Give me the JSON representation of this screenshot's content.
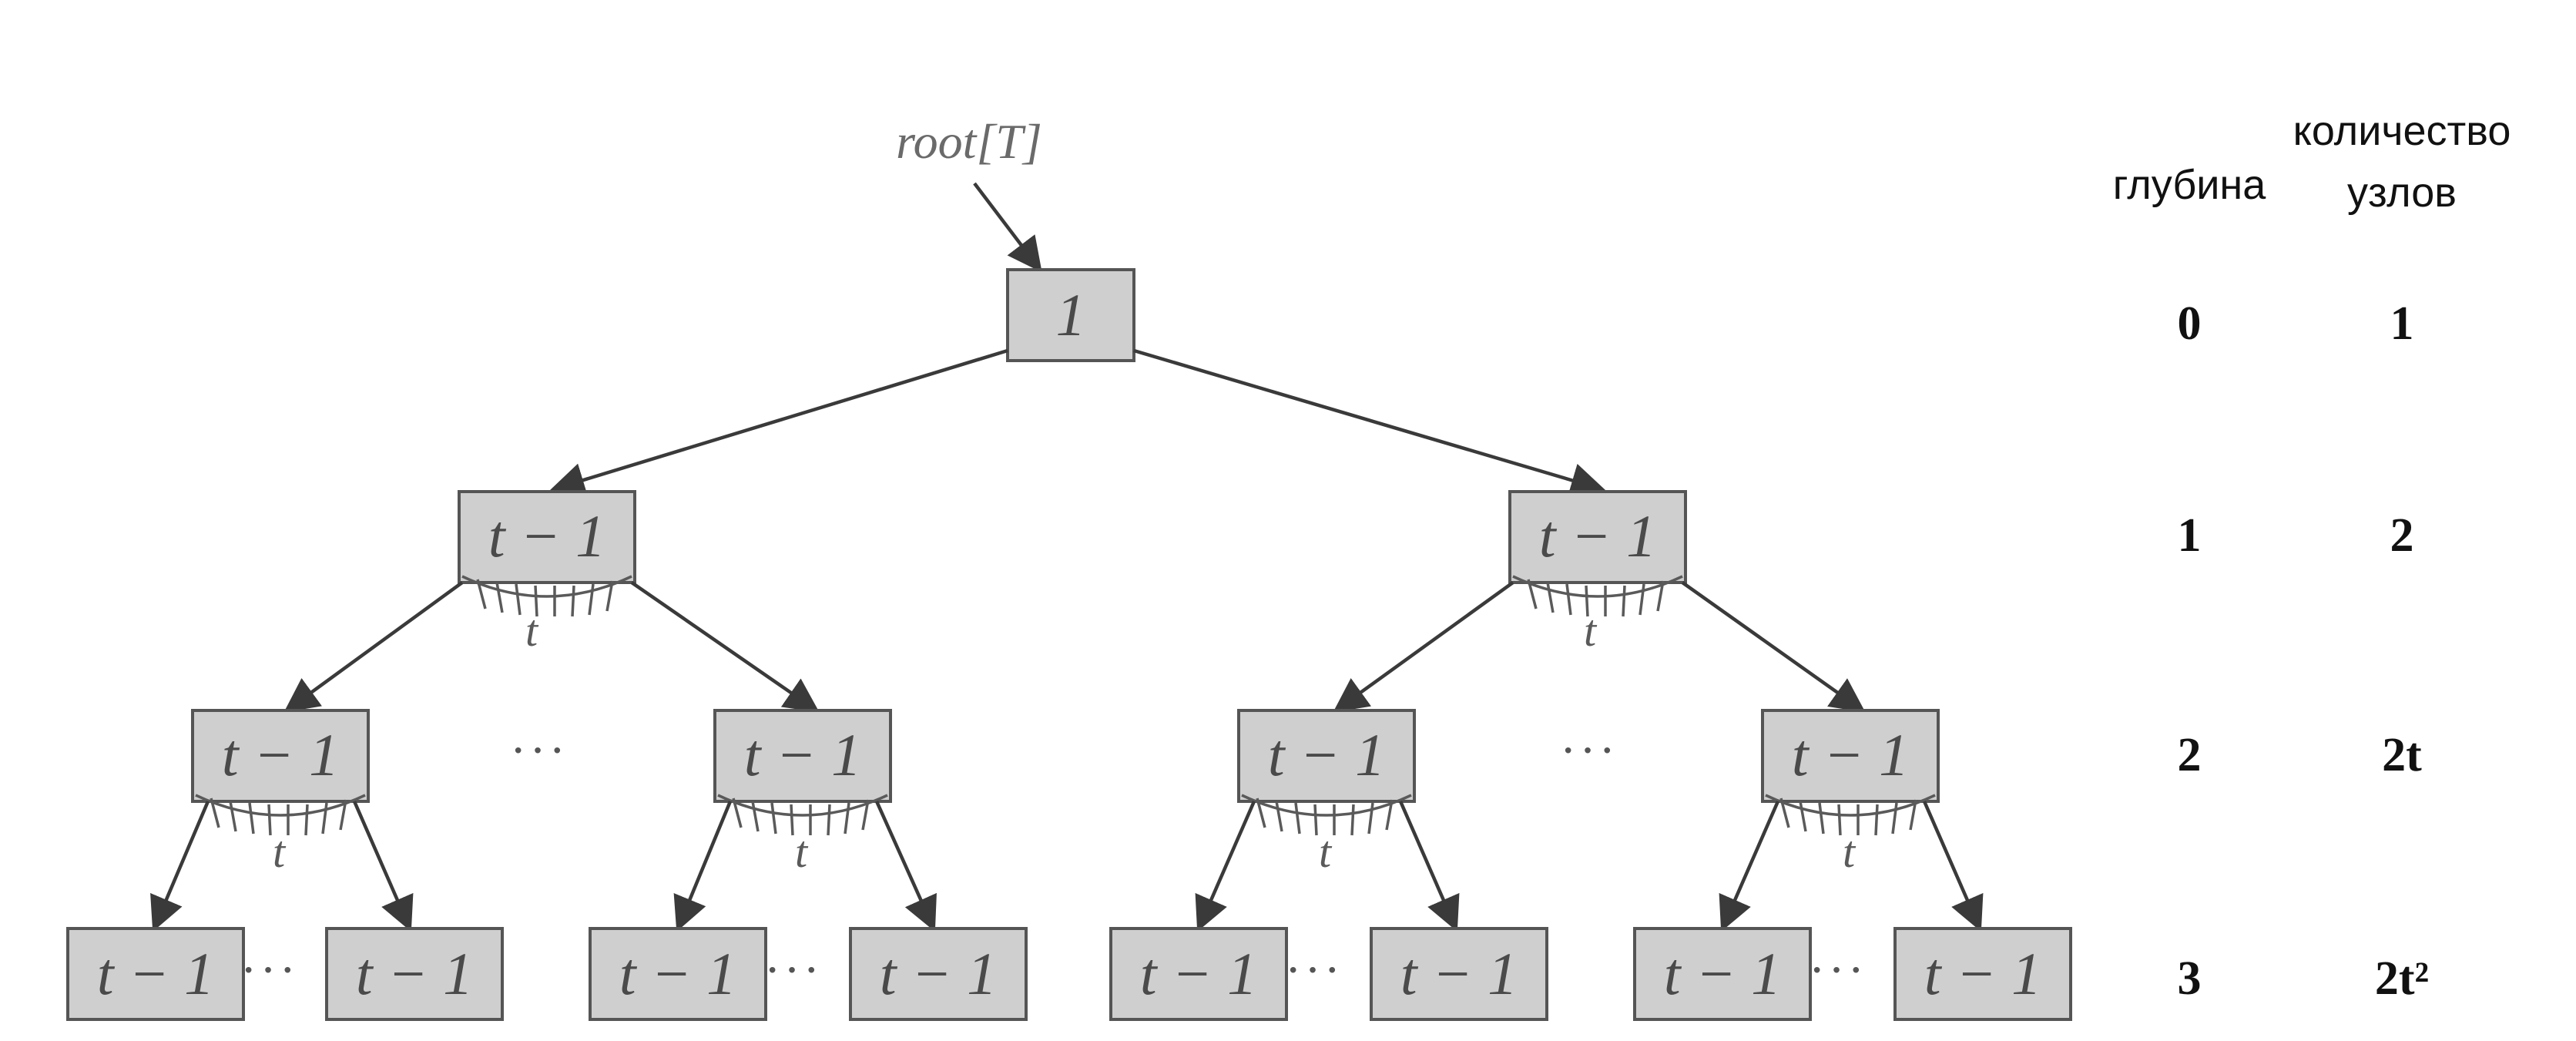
{
  "root_label": "root[T]",
  "node_root_label": "1",
  "node_label": "t − 1",
  "fan_label": "t",
  "ellipsis": "···",
  "table": {
    "depth_header": "глубина",
    "count_header_line1": "количество",
    "count_header_line2": "узлов",
    "rows": [
      {
        "depth": "0",
        "count": "1"
      },
      {
        "depth": "1",
        "count": "2"
      },
      {
        "depth": "2",
        "count": "2t"
      },
      {
        "depth": "3",
        "count": "2t²"
      }
    ]
  }
}
